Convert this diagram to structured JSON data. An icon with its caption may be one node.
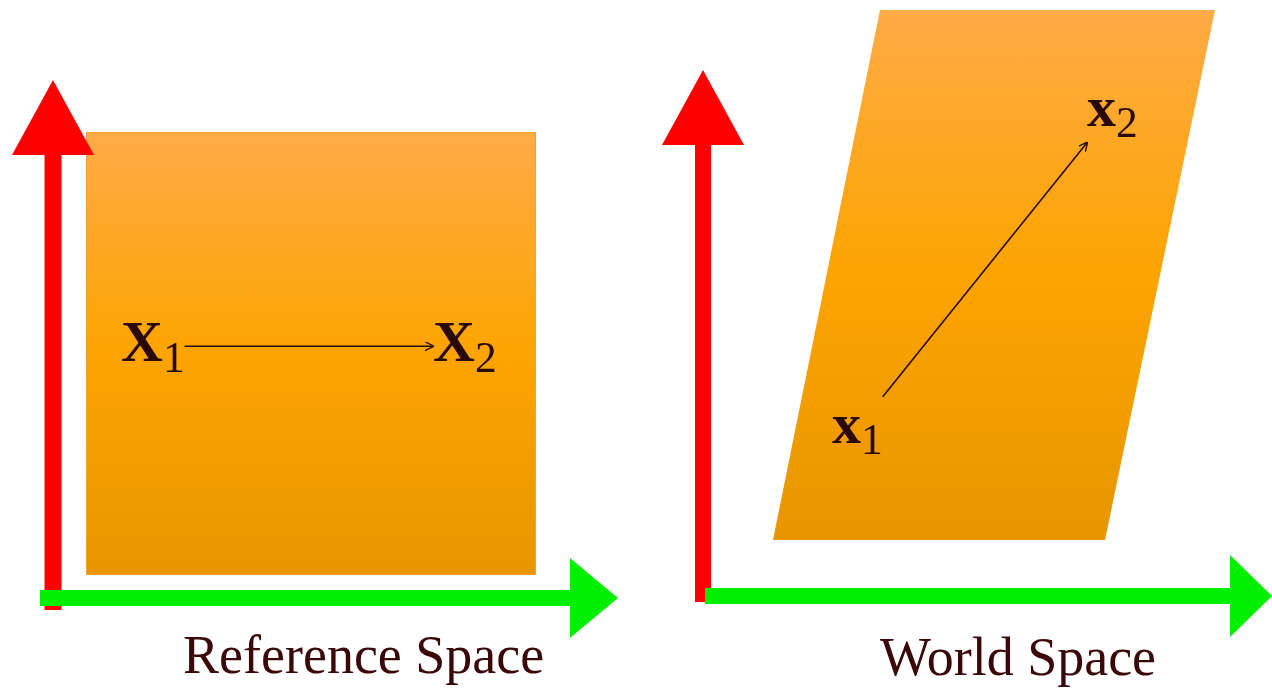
{
  "diagram": {
    "nodes": [
      {
        "text": [],
        "shape": "box"
      },
      {
        "text": [
          "**X**$_{1}$"
        ],
        "in": 0
      },
      {
        "text": [
          "**X**$_{2}$"
        ],
        "in": 0
      },
      {
        "text": [],
        "shape": "parallelogram"
      },
      {
        "text": [
          "**x**$_{1}$"
        ],
        "in": 3
      },
      {
        "text": [
          "**x**$_{2}$"
        ],
        "in": 3
      }
    ],
    "edges": [
      {
        "from": 1,
        "to": 2,
        "arrow": "to"
      },
      {
        "from": 4,
        "to": 5,
        "arrow": "to"
      }
    ],
    "labels": [
      "Reference Space",
      "World Space"
    ]
  }
}
